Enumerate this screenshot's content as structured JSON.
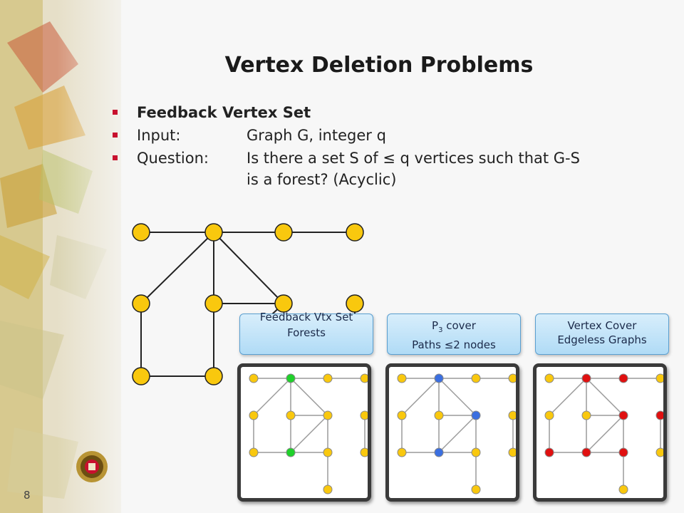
{
  "slide": {
    "title": "Vertex Deletion Problems",
    "page_number": "8",
    "bullets": [
      {
        "label": "Feedback Vertex Set",
        "value": ""
      },
      {
        "label": "Input:",
        "value": "Graph G, integer q"
      },
      {
        "label": "Question:",
        "value": "Is there a set S of ≤ q vertices such that G-S"
      }
    ],
    "bullet_continuation": "is a forest? (Acyclic)"
  },
  "colors": {
    "node_yellow": "#f9c80e",
    "node_green": "#1fd12a",
    "node_blue": "#3b6fe0",
    "node_red": "#e01010",
    "edge": "#222222",
    "edge_light": "#9a9a9a",
    "bullet_marker": "#c8102e"
  },
  "cards": [
    {
      "line1": "Feedback Vtx Set",
      "line2": "Forests",
      "highlight_color": "green"
    },
    {
      "line1_main": "P",
      "line1_sub": "3",
      "line1_rest": " cover",
      "line2": "Paths ≤2 nodes",
      "highlight_color": "blue"
    },
    {
      "line1": "Vertex Cover",
      "line2": "Edgeless Graphs",
      "highlight_color": "red"
    }
  ]
}
